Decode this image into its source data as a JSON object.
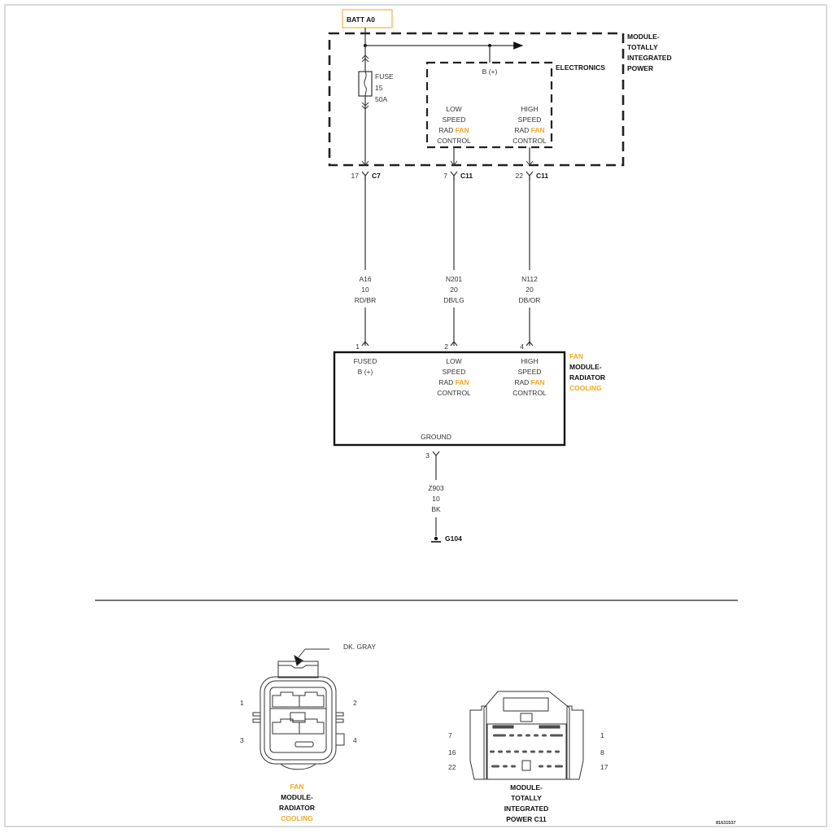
{
  "diagram": {
    "batt_label": "BATT A0",
    "batt_box_color": "#f5c26b",
    "accent_color": "#f5a623",
    "tipm": {
      "title_lines": [
        "MODULE-",
        "TOTALLY",
        "INTEGRATED",
        "POWER"
      ],
      "fuse": {
        "label": "FUSE",
        "number": "15",
        "rating": "50A"
      },
      "electronics_label": "ELECTRONICS",
      "b_plus_label": "B (+)",
      "outputs": [
        {
          "lines_pre": [
            "LOW",
            "SPEED"
          ],
          "rad": "RAD",
          "fan": "FAN",
          "control": "CONTROL"
        },
        {
          "lines_pre": [
            "HIGH",
            "SPEED"
          ],
          "rad": "RAD",
          "fan": "FAN",
          "control": "CONTROL"
        }
      ]
    },
    "connectors_top": [
      {
        "pin": "17",
        "connector": "C7"
      },
      {
        "pin": "7",
        "connector": "C11"
      },
      {
        "pin": "22",
        "connector": "C11"
      }
    ],
    "wires": [
      {
        "circuit": "A16",
        "gauge": "10",
        "color": "RD/BR"
      },
      {
        "circuit": "N201",
        "gauge": "20",
        "color": "DB/LG"
      },
      {
        "circuit": "N112",
        "gauge": "20",
        "color": "DB/OR"
      }
    ],
    "fan_module": {
      "title": {
        "fan": "FAN",
        "module": "MODULE-",
        "radiator": "RADIATOR",
        "cooling": "COOLING"
      },
      "pins_top": [
        "1",
        "2",
        "4"
      ],
      "inputs": [
        {
          "lines": [
            "FUSED",
            "B (+)"
          ]
        },
        {
          "lines_pre": [
            "LOW",
            "SPEED"
          ],
          "rad": "RAD",
          "fan": "FAN",
          "control": "CONTROL"
        },
        {
          "lines_pre": [
            "HIGH",
            "SPEED"
          ],
          "rad": "RAD",
          "fan": "FAN",
          "control": "CONTROL"
        }
      ],
      "ground_label": "GROUND",
      "ground_pin": "3"
    },
    "ground_wire": {
      "circuit": "Z903",
      "gauge": "10",
      "color": "BK"
    },
    "ground_point": "G104"
  },
  "connector_views": {
    "fan_connector": {
      "color_callout": "DK. GRAY",
      "pins": [
        "1",
        "2",
        "3",
        "4"
      ],
      "caption": {
        "fan": "FAN",
        "module": "MODULE-",
        "radiator": "RADIATOR",
        "cooling": "COOLING"
      }
    },
    "tipm_c11": {
      "pins_left": [
        "7",
        "16",
        "22"
      ],
      "pins_right": [
        "1",
        "8",
        "17"
      ],
      "caption_lines": [
        "MODULE-",
        "TOTALLY",
        "INTEGRATED",
        "POWER C11"
      ]
    }
  },
  "figure_id": "81631537"
}
